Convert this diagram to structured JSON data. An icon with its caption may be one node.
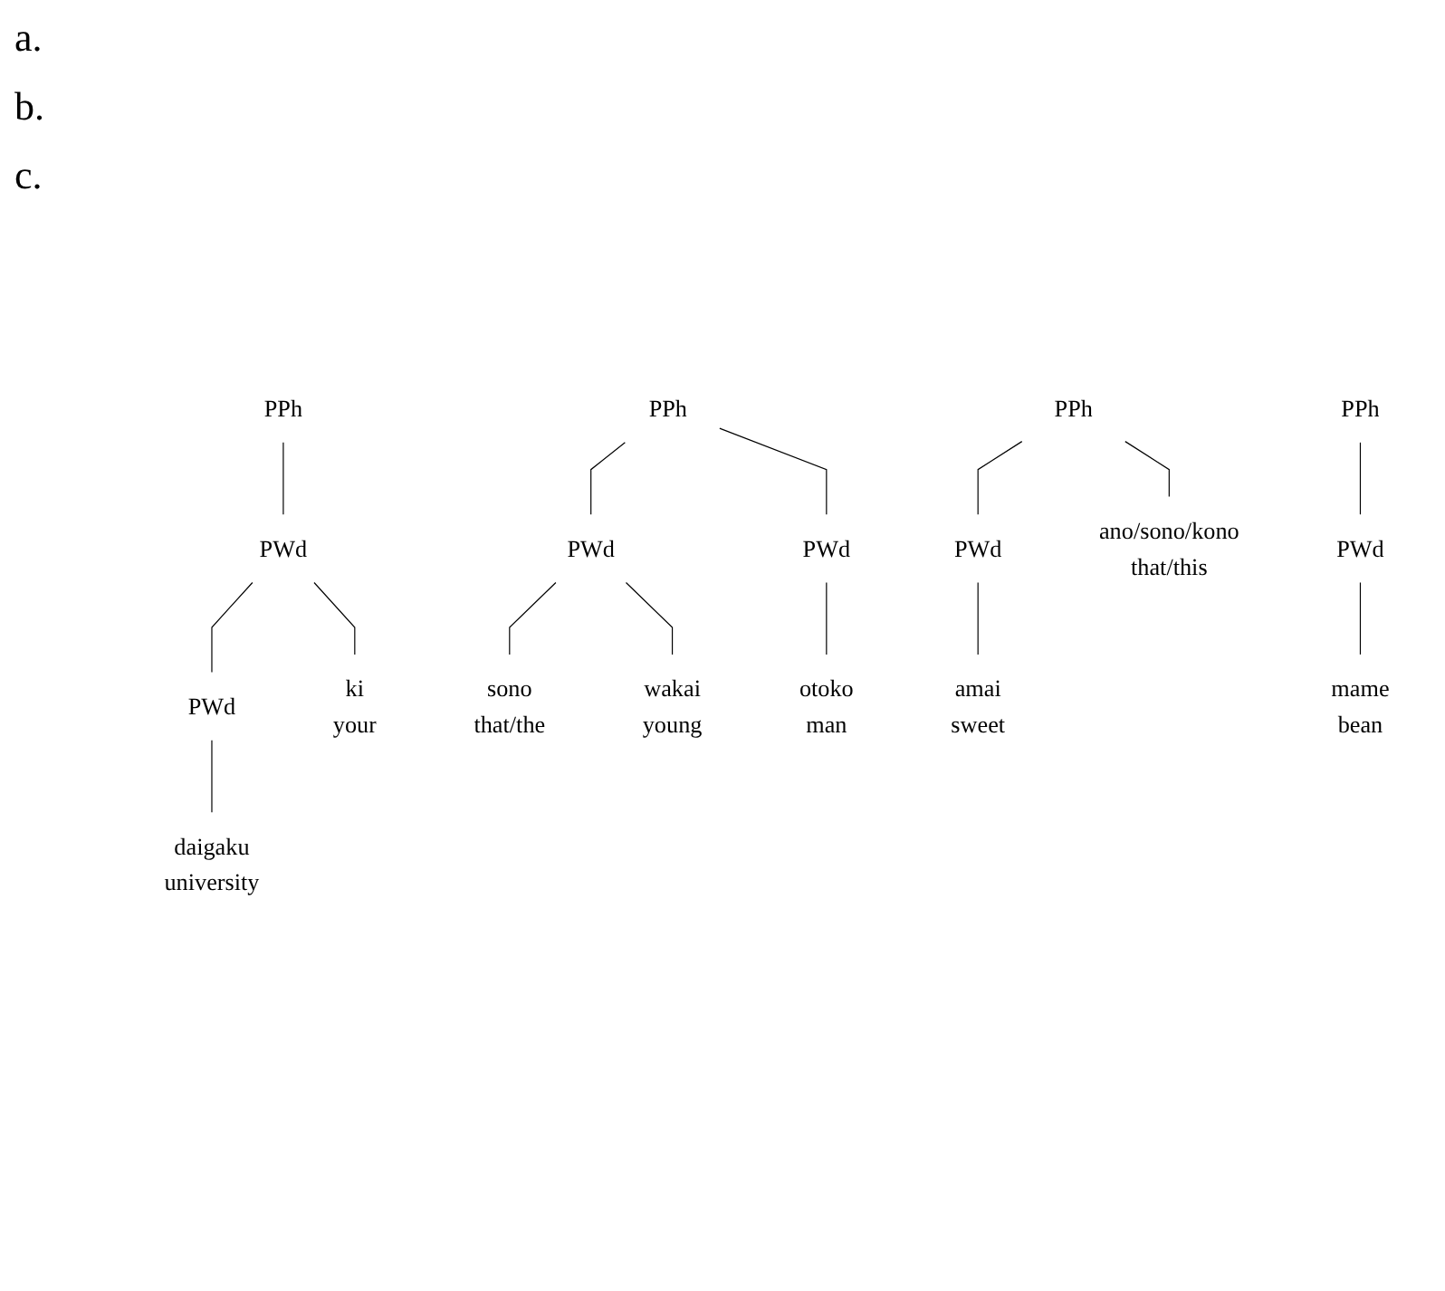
{
  "diagram": {
    "nodes": [
      {
        "text": [
          "PPh"
        ]
      },
      {
        "text": [
          "PWd"
        ]
      },
      {
        "text": [
          "PWd"
        ]
      },
      {
        "text": [
          "ki",
          "your"
        ]
      },
      {
        "text": [
          "daigaku",
          "university"
        ]
      },
      {
        "text": [
          "PPh"
        ]
      },
      {
        "text": [
          "PWd"
        ]
      },
      {
        "text": [
          "PWd"
        ]
      },
      {
        "text": [
          "sono",
          "that/the"
        ]
      },
      {
        "text": [
          "wakai",
          "young"
        ]
      },
      {
        "text": [
          "otoko",
          "man"
        ]
      },
      {
        "text": [
          "PPh"
        ]
      },
      {
        "text": [
          "PWd"
        ]
      },
      {
        "text": [
          "ano/sono/kono",
          "that/this"
        ]
      },
      {
        "text": [
          "amai",
          "sweet"
        ]
      },
      {
        "text": [
          "PPh"
        ]
      },
      {
        "text": [
          "PWd"
        ]
      },
      {
        "text": [
          "mame",
          "bean"
        ]
      }
    ],
    "edges": [
      {
        "from": 0,
        "to": 1,
        "arrow": "none"
      },
      {
        "from": 1,
        "to": 3,
        "arrow": "none"
      },
      {
        "from": 1,
        "to": 2,
        "arrow": "none"
      },
      {
        "from": 2,
        "to": 4,
        "arrow": "none"
      },
      {
        "from": 5,
        "to": 6,
        "arrow": "none"
      },
      {
        "from": 5,
        "to": 7,
        "arrow": "none"
      },
      {
        "from": 6,
        "to": 8,
        "arrow": "none"
      },
      {
        "from": 6,
        "to": 9,
        "arrow": "none"
      },
      {
        "from": 7,
        "to": 10,
        "arrow": "none"
      },
      {
        "from": 11,
        "to": 13,
        "arrow": "none"
      },
      {
        "from": 11,
        "to": 12,
        "arrow": "none"
      },
      {
        "from": 12,
        "to": 14,
        "arrow": "none"
      },
      {
        "from": 15,
        "to": 16,
        "arrow": "none"
      },
      {
        "from": 16,
        "to": 17,
        "arrow": "none"
      }
    ],
    "labels": [
      "a.",
      "b.",
      "c."
    ]
  }
}
